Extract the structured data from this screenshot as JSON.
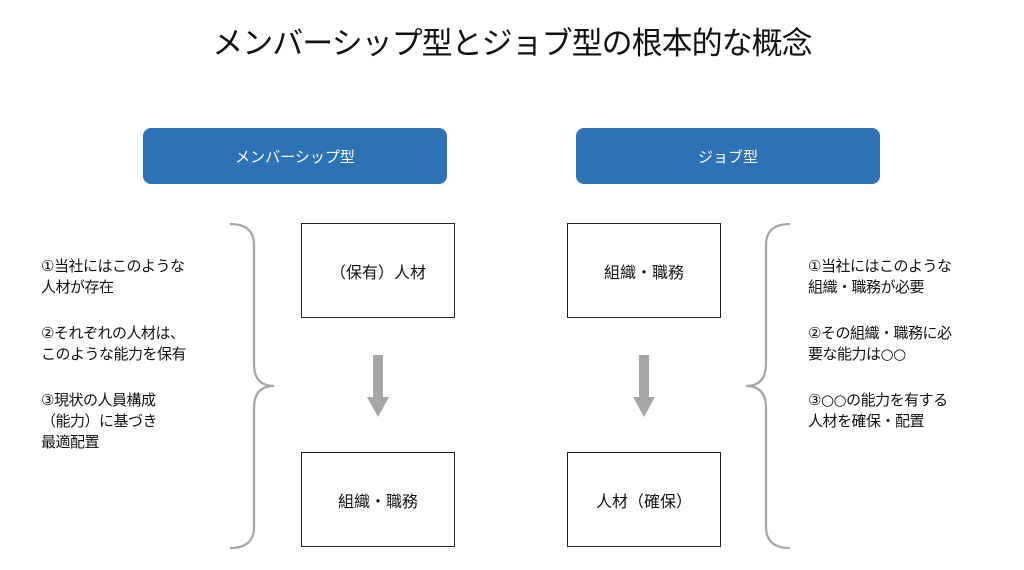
{
  "title": "メンバーシップ型とジョブ型の根本的な概念",
  "membership": {
    "header": "メンバーシップ型",
    "top_box": "（保有）人材",
    "bottom_box": "組織・職務",
    "notes": [
      [
        "①当社にはこのような",
        "人材が存在"
      ],
      [
        "②それぞれの人材は、",
        "このような能力を保有"
      ],
      [
        "③現状の人員構成",
        "（能力）に基づき",
        "最適配置"
      ]
    ]
  },
  "job": {
    "header": "ジョブ型",
    "top_box": "組織・職務",
    "bottom_box": "人材（確保）",
    "notes": [
      [
        "①当社にはこのような",
        "組織・職務が必要"
      ],
      [
        "②その組織・職務に必",
        "要な能力は○○"
      ],
      [
        "③○○の能力を有する",
        "人材を確保・配置"
      ]
    ]
  },
  "colors": {
    "header_fill": "#2e72b6",
    "arrow": "#a6a6a6",
    "brace": "#a6a6a6"
  }
}
